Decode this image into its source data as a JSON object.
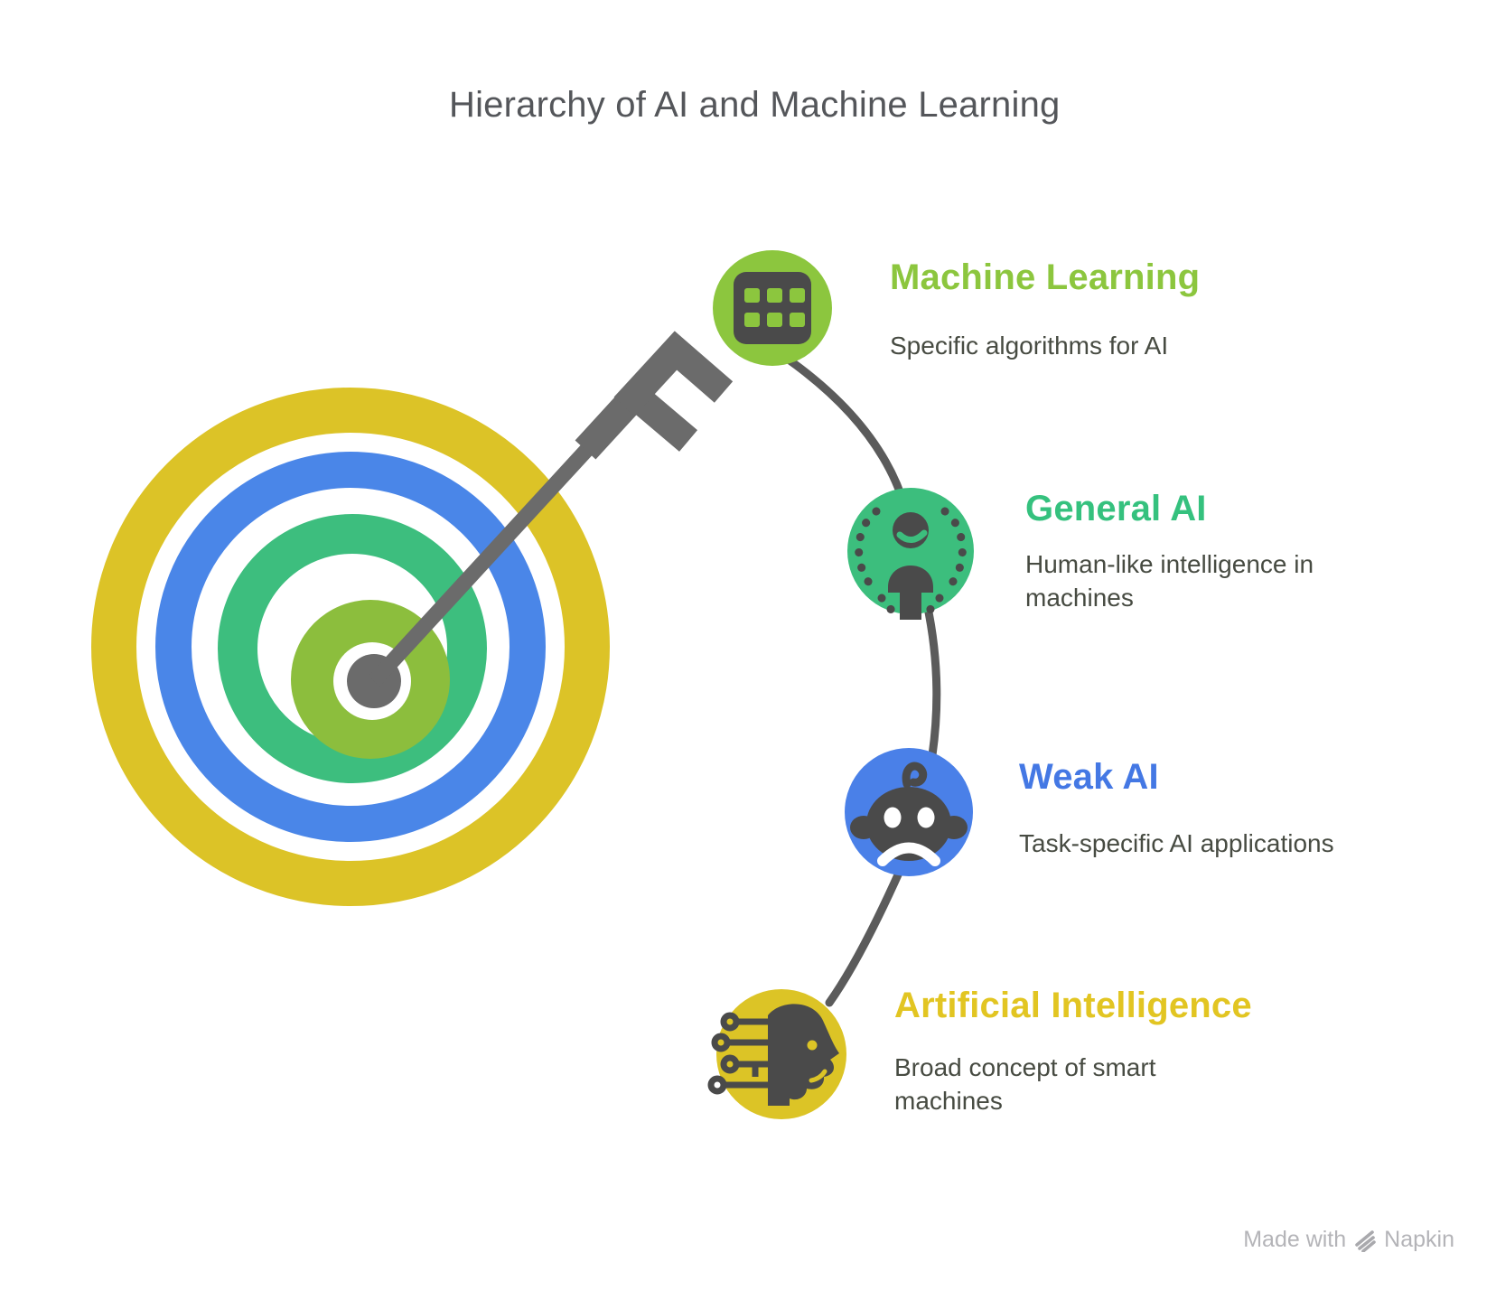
{
  "title": "Hierarchy of AI and Machine Learning",
  "nodes": [
    {
      "label": "Machine Learning",
      "description": "Specific algorithms for AI",
      "accent_color": "#8CC63E",
      "icon": "grid-icon"
    },
    {
      "label": "General AI",
      "description": "Human-like intelligence in machines",
      "accent_color": "#35C17E",
      "icon": "person-in-dots-icon"
    },
    {
      "label": "Weak AI",
      "description": "Task-specific AI applications",
      "accent_color": "#4478E4",
      "icon": "robot-icon"
    },
    {
      "label": "Artificial Intelligence",
      "description": "Broad concept of smart machines",
      "accent_color": "#E2C522",
      "icon": "ai-head-circuit-icon"
    }
  ],
  "target": {
    "ring_colors": {
      "outer": "#DCC327",
      "second": "#4A86E8",
      "third": "#3DBE7E",
      "center_disc": "#8CBE3D",
      "center_dot": "#6B6B6B"
    },
    "arrow_color": "#6B6B6B"
  },
  "footer": {
    "made_with": "Made with",
    "brand": "Napkin"
  }
}
